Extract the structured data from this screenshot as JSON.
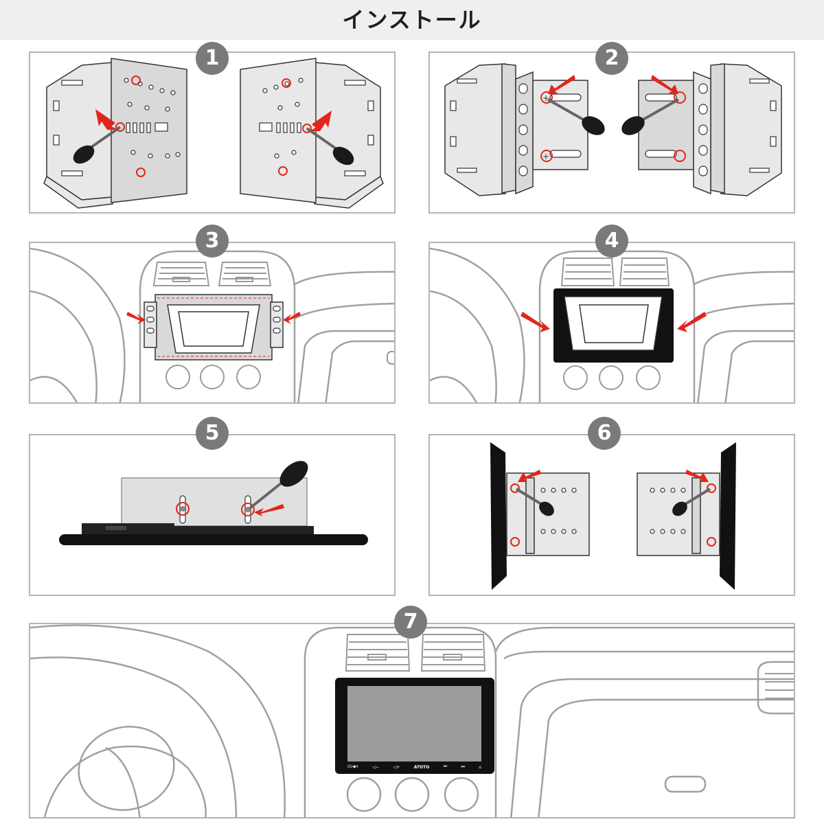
{
  "header": {
    "title": "インストール"
  },
  "steps": [
    {
      "number": "1"
    },
    {
      "number": "2"
    },
    {
      "number": "3"
    },
    {
      "number": "4"
    },
    {
      "number": "5"
    },
    {
      "number": "6"
    },
    {
      "number": "7"
    }
  ],
  "head_unit": {
    "brand": "ATOTO",
    "buttons": [
      "⏻/◀×",
      "◁−",
      "◁+",
      "⏮",
      "⏭",
      "⌂"
    ]
  },
  "colors": {
    "accent": "#e1261c",
    "badge": "#7a7a7a",
    "line": "#9a9a9a",
    "header_bg": "#efefef"
  }
}
